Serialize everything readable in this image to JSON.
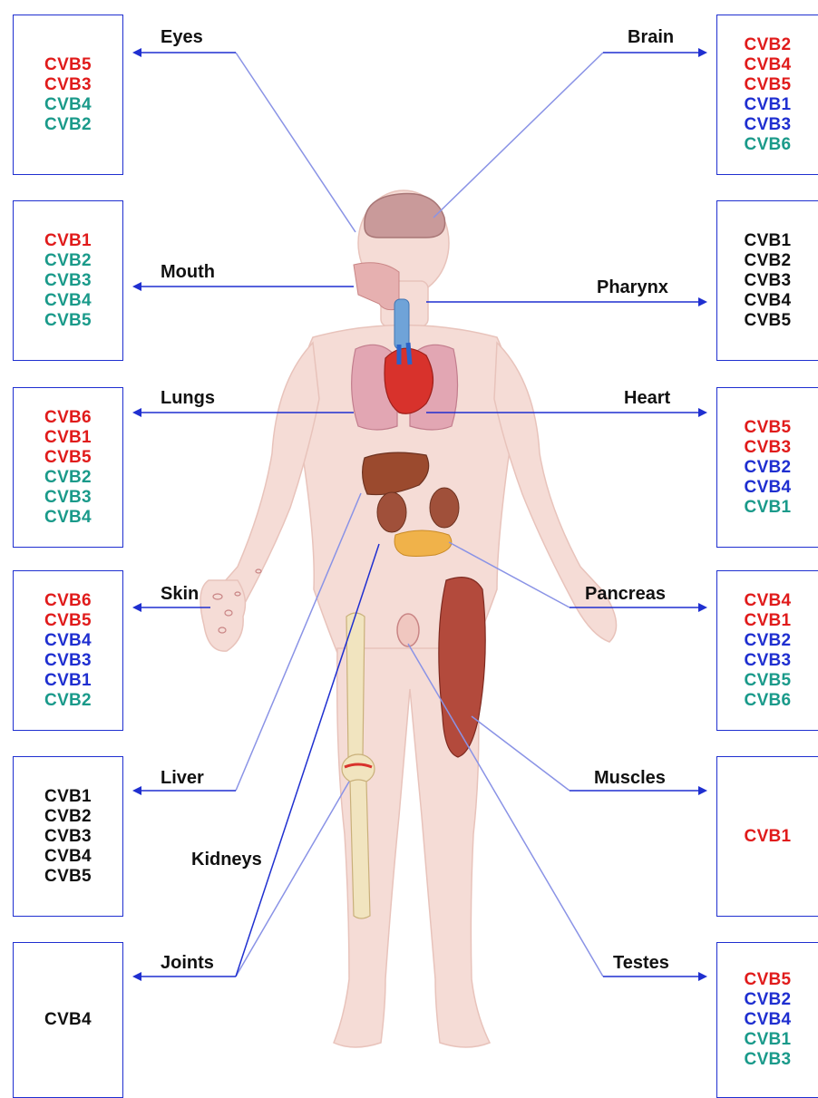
{
  "colors": {
    "red": "#e01b1b",
    "blue": "#1f2fd0",
    "teal": "#1a9a8a",
    "black": "#111111",
    "connector": "#1f2fd0"
  },
  "organs": [
    {
      "id": "eyes",
      "label": "Eyes",
      "side": "left",
      "strains": [
        {
          "name": "CVB5",
          "color": "red"
        },
        {
          "name": "CVB3",
          "color": "red"
        },
        {
          "name": "CVB4",
          "color": "teal"
        },
        {
          "name": "CVB2",
          "color": "teal"
        }
      ]
    },
    {
      "id": "mouth",
      "label": "Mouth",
      "side": "left",
      "strains": [
        {
          "name": "CVB1",
          "color": "red"
        },
        {
          "name": "CVB2",
          "color": "teal"
        },
        {
          "name": "CVB3",
          "color": "teal"
        },
        {
          "name": "CVB4",
          "color": "teal"
        },
        {
          "name": "CVB5",
          "color": "teal"
        }
      ]
    },
    {
      "id": "lungs",
      "label": "Lungs",
      "side": "left",
      "strains": [
        {
          "name": "CVB6",
          "color": "red"
        },
        {
          "name": "CVB1",
          "color": "red"
        },
        {
          "name": "CVB5",
          "color": "red"
        },
        {
          "name": "CVB2",
          "color": "teal"
        },
        {
          "name": "CVB3",
          "color": "teal"
        },
        {
          "name": "CVB4",
          "color": "teal"
        }
      ]
    },
    {
      "id": "skin",
      "label": "Skin",
      "side": "left",
      "strains": [
        {
          "name": "CVB6",
          "color": "red"
        },
        {
          "name": "CVB5",
          "color": "red"
        },
        {
          "name": "CVB4",
          "color": "blue"
        },
        {
          "name": "CVB3",
          "color": "blue"
        },
        {
          "name": "CVB1",
          "color": "blue"
        },
        {
          "name": "CVB2",
          "color": "teal"
        }
      ]
    },
    {
      "id": "liver",
      "label": "Liver",
      "side": "left",
      "strains": [
        {
          "name": "CVB1",
          "color": "black"
        },
        {
          "name": "CVB2",
          "color": "black"
        },
        {
          "name": "CVB3",
          "color": "black"
        },
        {
          "name": "CVB4",
          "color": "black"
        },
        {
          "name": "CVB5",
          "color": "black"
        }
      ]
    },
    {
      "id": "joints",
      "label": "Joints",
      "side": "left",
      "strains": [
        {
          "name": "CVB4",
          "color": "black"
        }
      ]
    },
    {
      "id": "brain",
      "label": "Brain",
      "side": "right",
      "strains": [
        {
          "name": "CVB2",
          "color": "red"
        },
        {
          "name": "CVB4",
          "color": "red"
        },
        {
          "name": "CVB5",
          "color": "red"
        },
        {
          "name": "CVB1",
          "color": "blue"
        },
        {
          "name": "CVB3",
          "color": "blue"
        },
        {
          "name": "CVB6",
          "color": "teal"
        }
      ]
    },
    {
      "id": "pharynx",
      "label": "Pharynx",
      "side": "right",
      "strains": [
        {
          "name": "CVB1",
          "color": "black"
        },
        {
          "name": "CVB2",
          "color": "black"
        },
        {
          "name": "CVB3",
          "color": "black"
        },
        {
          "name": "CVB4",
          "color": "black"
        },
        {
          "name": "CVB5",
          "color": "black"
        }
      ]
    },
    {
      "id": "heart",
      "label": "Heart",
      "side": "right",
      "strains": [
        {
          "name": "CVB5",
          "color": "red"
        },
        {
          "name": "CVB3",
          "color": "red"
        },
        {
          "name": "CVB2",
          "color": "blue"
        },
        {
          "name": "CVB4",
          "color": "blue"
        },
        {
          "name": "CVB1",
          "color": "teal"
        }
      ]
    },
    {
      "id": "pancreas",
      "label": "Pancreas",
      "side": "right",
      "strains": [
        {
          "name": "CVB4",
          "color": "red"
        },
        {
          "name": "CVB1",
          "color": "red"
        },
        {
          "name": "CVB2",
          "color": "blue"
        },
        {
          "name": "CVB3",
          "color": "blue"
        },
        {
          "name": "CVB5",
          "color": "teal"
        },
        {
          "name": "CVB6",
          "color": "teal"
        }
      ]
    },
    {
      "id": "muscles",
      "label": "Muscles",
      "side": "right",
      "strains": [
        {
          "name": "CVB1",
          "color": "red"
        }
      ]
    },
    {
      "id": "testes",
      "label": "Testes",
      "side": "right",
      "strains": [
        {
          "name": "CVB5",
          "color": "red"
        },
        {
          "name": "CVB2",
          "color": "blue"
        },
        {
          "name": "CVB4",
          "color": "blue"
        },
        {
          "name": "CVB1",
          "color": "teal"
        },
        {
          "name": "CVB3",
          "color": "teal"
        }
      ]
    }
  ],
  "kidneys_label": "Kidneys"
}
